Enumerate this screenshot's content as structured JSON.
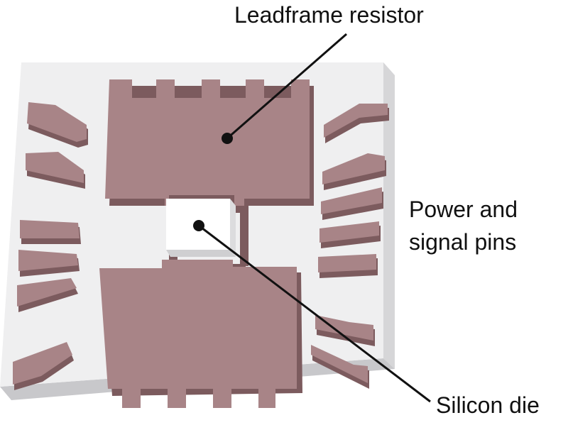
{
  "labels": {
    "leadframe": "Leadframe resistor",
    "pins_line1": "Power and",
    "pins_line2": "signal pins",
    "die": "Silicon die"
  },
  "colors": {
    "background": "#ffffff",
    "package_top": "#efeff0",
    "package_side": "#d6d6d8",
    "package_edge": "#c4c4c7",
    "copper_top": "#a88487",
    "copper_side": "#7c5b5e",
    "die_top": "#ffffff",
    "die_side": "#cfcfd1",
    "pointer": "#111111"
  }
}
